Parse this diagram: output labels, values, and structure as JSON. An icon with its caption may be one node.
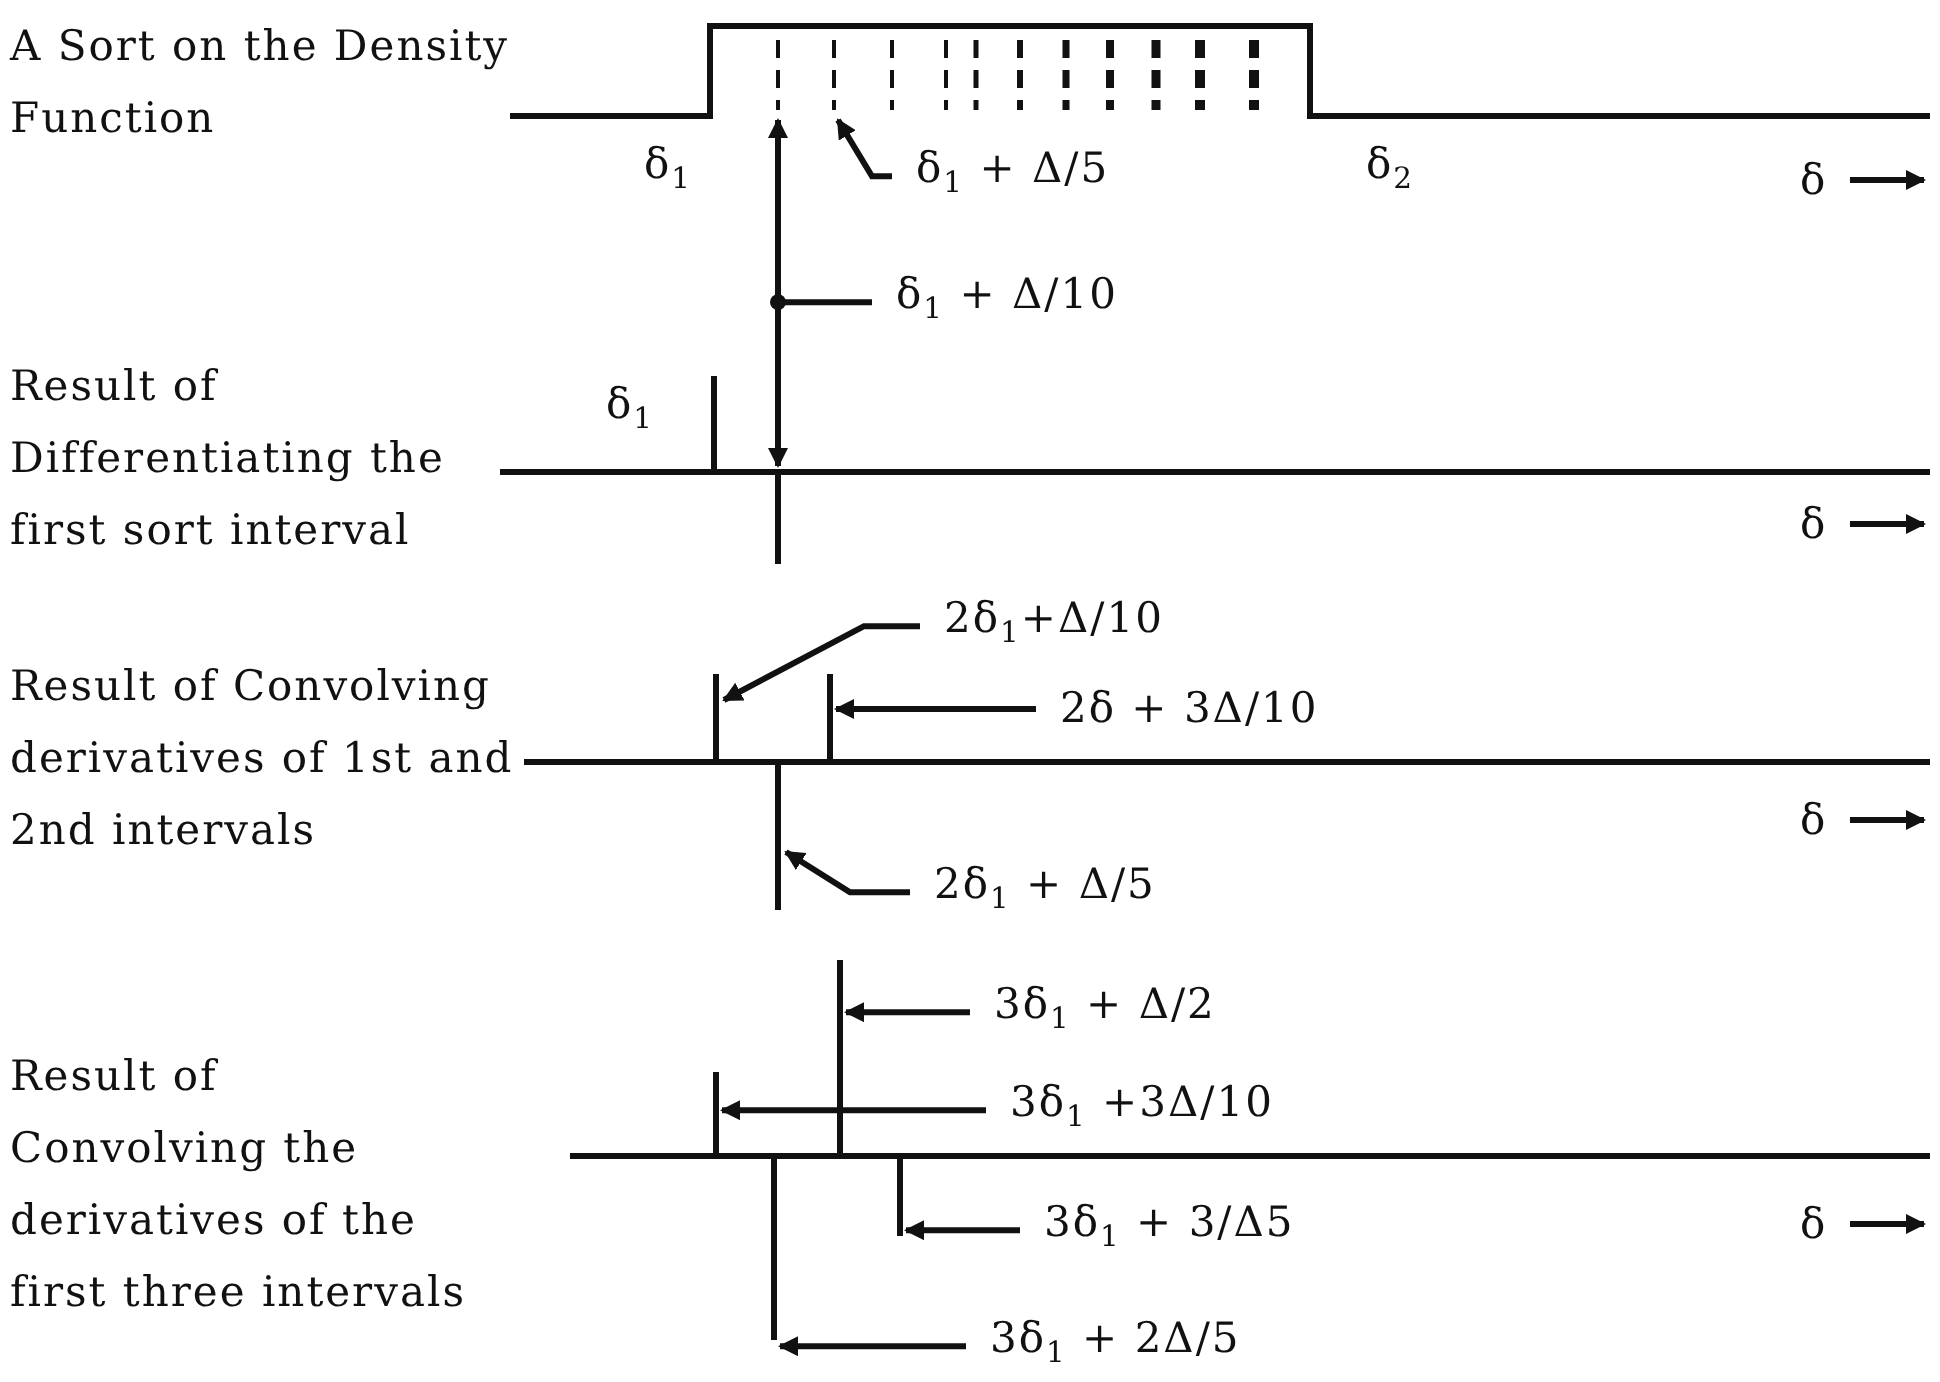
{
  "diagram": {
    "nodes": [
      {
        "text": [],
        "shape": "bar"
      },
      {
        "text": [],
        "shape": "bar"
      },
      {
        "text": [
          "δ$_{1}$ + Δ/5"
        ]
      },
      {
        "text": [
          "δ$_{1}$ + Δ/10"
        ]
      },
      {
        "text": [],
        "shape": "bar"
      },
      {
        "text": [
          "2δ$_{1}$+Δ/10"
        ]
      },
      {
        "text": [],
        "shape": "bar"
      },
      {
        "text": [
          "2δ + 3Δ/10"
        ]
      },
      {
        "text": [],
        "shape": "bar"
      },
      {
        "text": [
          "2δ$_{1}$ + Δ/5"
        ]
      },
      {
        "text": [],
        "shape": "bar"
      },
      {
        "text": [
          "3δ$_{1}$ + Δ/2"
        ]
      },
      {
        "text": [],
        "shape": "bar"
      },
      {
        "text": [
          "3δ$_{1}$ +3Δ/10"
        ]
      },
      {
        "text": [],
        "shape": "bar"
      },
      {
        "text": [
          "3δ$_{1}$ + 3/Δ5"
        ]
      },
      {
        "text": [],
        "shape": "bar"
      },
      {
        "text": [
          "3δ$_{1}$ + 2Δ/5"
        ]
      },
      {
        "text": [],
        "shape": "bar"
      }
    ],
    "edges": [
      {
        "from": 2,
        "to": 1,
        "arrow": "to"
      },
      {
        "from": 0,
        "to": 4,
        "arrow": "both"
      },
      {
        "from": 3,
        "to": null,
        "arrow": "other"
      },
      {
        "from": 5,
        "to": 6,
        "arrow": "to"
      },
      {
        "from": 7,
        "to": 8,
        "arrow": "to"
      },
      {
        "from": 9,
        "to": 10,
        "arrow": "to"
      },
      {
        "from": 11,
        "to": 12,
        "arrow": "to"
      },
      {
        "from": 13,
        "to": 14,
        "arrow": "to"
      },
      {
        "from": 15,
        "to": 16,
        "arrow": "to"
      },
      {
        "from": 17,
        "to": 18,
        "arrow": "to"
      }
    ],
    "labels": [
      "A Sort on the Density Function",
      "δ$_{1}$",
      "δ$_{2}$",
      "δ",
      "Result of Differentiating the first sort interval",
      "δ$_{1}$",
      "δ",
      "Result of Convolving derivatives of 1st and 2nd intervals",
      "δ",
      "Result of Convolving the derivatives of the first three intervals",
      "δ"
    ]
  }
}
